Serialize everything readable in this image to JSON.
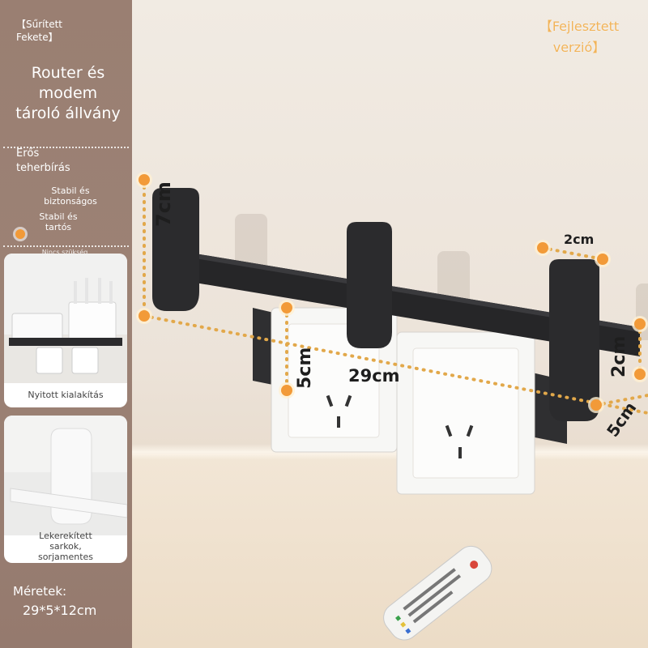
{
  "sidebar": {
    "tag_line1": "【Sűrített",
    "tag_line2": "Fekete】",
    "title_line1": "Router és",
    "title_line2": "modem",
    "title_line3": "tároló állvány",
    "feature1_line1": "Erős",
    "feature1_line2": "teherbírás",
    "feature2_line1": "Stabil és",
    "feature2_line2": "biztonságos",
    "feature3_line1": "Stabil és",
    "feature3_line2": "tartós",
    "cutoff_text": "Nincs szükség",
    "card1_caption": "Nyitott kialakítás",
    "card2_caption_line1": "Lekerekített",
    "card2_caption_line2": "sarkok,",
    "card2_caption_line3": "sorjamentes",
    "dimensions_label": "Méretek:",
    "dimensions_value": "29*5*12cm"
  },
  "top_tag": {
    "line1": "【Fejlesztett",
    "line2": "verzió】"
  },
  "dimensions": {
    "height": "7cm",
    "top_width": "2cm",
    "depth_left": "5cm",
    "length": "29cm",
    "right_height": "2cm",
    "depth_right": "5cm"
  },
  "colors": {
    "sidebar": "#9a7f72",
    "accent_marker": "#f29a38",
    "top_tag": "#f2b45a",
    "bracket": "#2b2b2d"
  }
}
